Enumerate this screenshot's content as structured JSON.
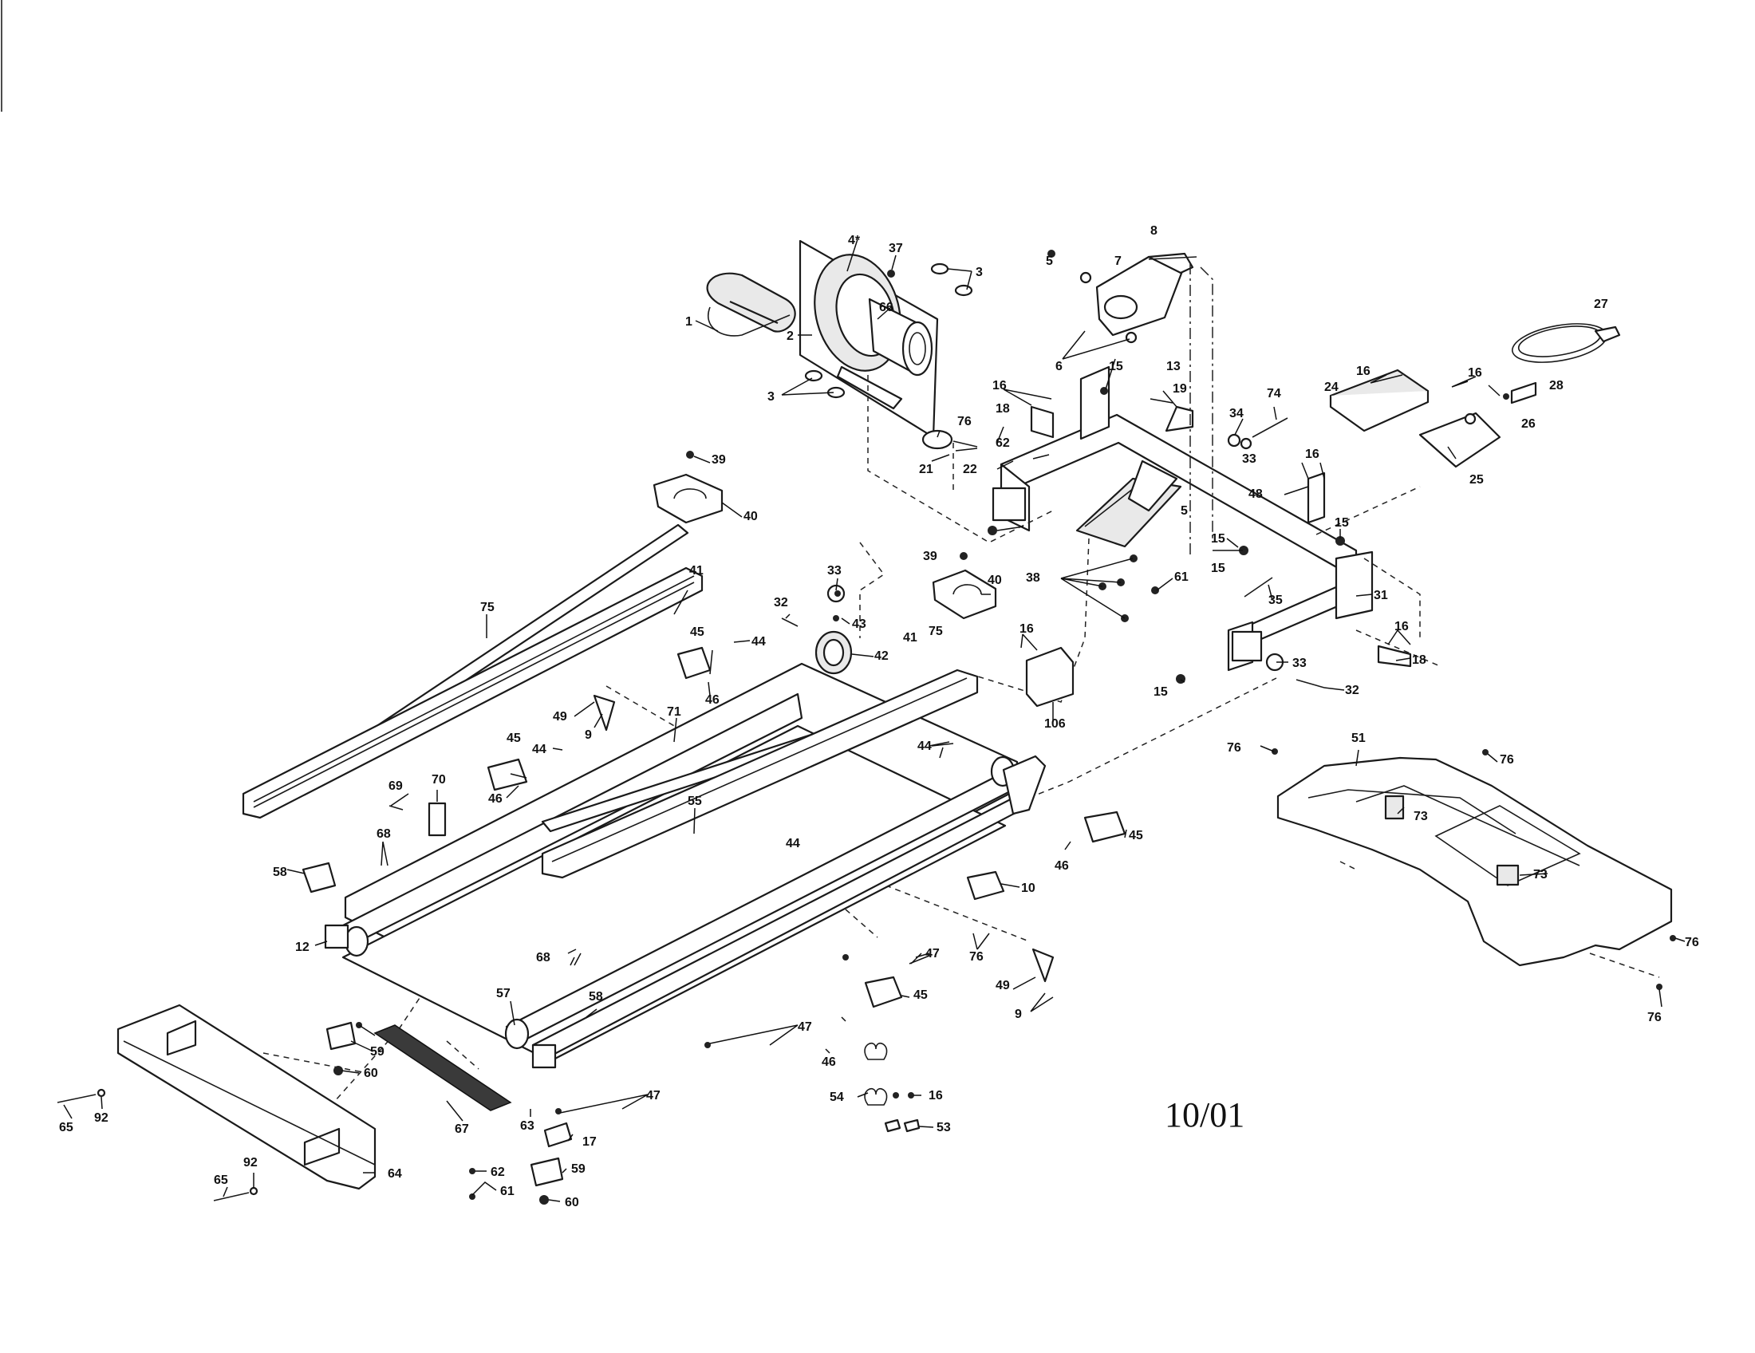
{
  "diagram": {
    "date_stamp": "10/01",
    "colors": {
      "ink": "#111111",
      "part_fill": "#e9e9e9",
      "background": "#ffffff"
    },
    "callouts": [
      "1",
      "2",
      "3",
      "3",
      "4*",
      "37",
      "66",
      "5",
      "7",
      "8",
      "6",
      "15",
      "13",
      "16",
      "19",
      "18",
      "76",
      "62",
      "21",
      "22",
      "34",
      "74",
      "33",
      "24",
      "16",
      "16",
      "27",
      "28",
      "26",
      "25",
      "16",
      "48",
      "15",
      "15",
      "39",
      "40",
      "75",
      "41",
      "45",
      "44",
      "32",
      "33",
      "43",
      "42",
      "41",
      "75",
      "39",
      "40",
      "38",
      "61",
      "5",
      "15",
      "35",
      "31",
      "16",
      "18",
      "106",
      "16",
      "33",
      "15",
      "32",
      "49",
      "9",
      "71",
      "46",
      "45",
      "44",
      "46",
      "69",
      "70",
      "68",
      "58",
      "55",
      "44",
      "12",
      "44",
      "76",
      "51",
      "73",
      "73",
      "76",
      "76",
      "76",
      "45",
      "46",
      "10",
      "76",
      "47",
      "68",
      "57",
      "58",
      "45",
      "49",
      "9",
      "47",
      "46",
      "59",
      "60",
      "65",
      "92",
      "67",
      "63",
      "47",
      "17",
      "54",
      "16",
      "53",
      "64",
      "65",
      "92",
      "62",
      "61",
      "59",
      "60"
    ]
  }
}
